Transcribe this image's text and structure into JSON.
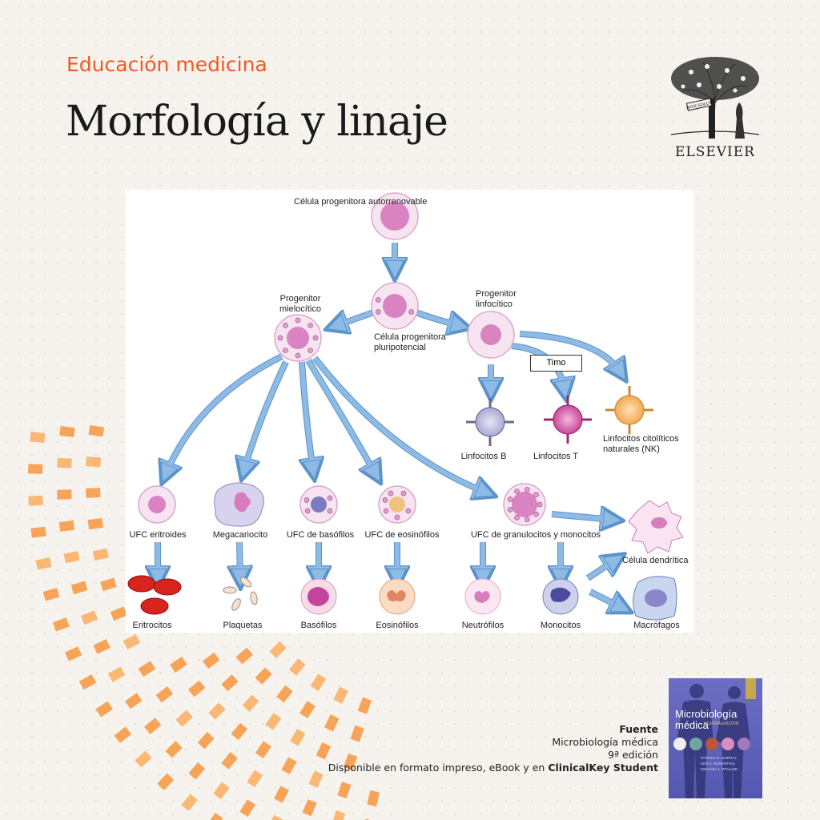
{
  "header": {
    "kicker": "Educación medicina",
    "title": "Morfología y linaje"
  },
  "logo": {
    "wordmark": "ELSEVIER",
    "motto": "NON SOLUS"
  },
  "diagram": {
    "top_cell": "Célula progenitora autorrenovable",
    "pluripotent": "Célula progenitora pluripotencial",
    "myeloid": "Progenitor mielocítico",
    "lymphoid": "Progenitor linfocítico",
    "thymus": "Timo",
    "lymphocytes": [
      "Linfocitos B",
      "Linfocitos T",
      "Linfocitos citolíticos naturales (NK)"
    ],
    "progenitors": [
      "UFC eritroides",
      "Megacariocito",
      "UFC de basófilos",
      "UFC de eosinófilos",
      "UFC de granulocitos y monocitos"
    ],
    "dendritic": "Célula dendrítica",
    "mature": [
      "Eritrocitos",
      "Plaquetas",
      "Basófilos",
      "Eosinófilos",
      "Neutrófilos",
      "Monocitos",
      "Macrófagos"
    ],
    "colors": {
      "arrow": "#8dbbe6",
      "arrow_stroke": "#5c93c9",
      "cell": "#e9c3e0",
      "nucleus": "#d983c2"
    }
  },
  "source": {
    "label": "Fuente",
    "book": "Microbiología médica",
    "edition": "9ª edición",
    "availability": "Disponible en formato impreso, eBook y en",
    "platform": "ClinicalKey Student"
  },
  "cover": {
    "title": "Microbiología médica",
    "edition": "NOVENA EDICIÓN",
    "authors": [
      "PATRICK R. MURRAY",
      "KEN S. ROSENTHAL",
      "MICHAEL A. PFALLER"
    ]
  },
  "accent": "#f05a22"
}
